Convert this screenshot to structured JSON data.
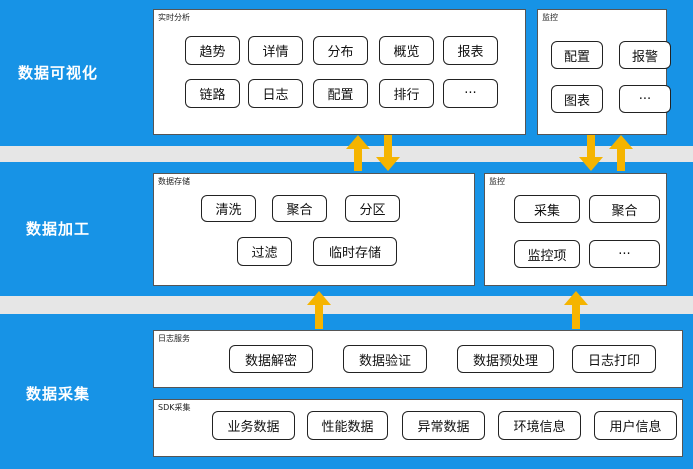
{
  "colors": {
    "band": "#1793e6",
    "gap": "#e6e6e6",
    "arrow": "#f5b400"
  },
  "layers": {
    "visualization": "数据可视化",
    "processing": "数据加工",
    "collection": "数据采集"
  },
  "panels": {
    "realtime_analysis": {
      "title": "实时分析",
      "chips": [
        "趋势",
        "详情",
        "分布",
        "概览",
        "报表",
        "链路",
        "日志",
        "配置",
        "排行",
        "···"
      ]
    },
    "monitor_top": {
      "title": "监控",
      "chips": [
        "配置",
        "报警",
        "图表",
        "···"
      ]
    },
    "data_storage": {
      "title": "数据存储",
      "chips": [
        "清洗",
        "聚合",
        "分区",
        "过滤",
        "临时存储"
      ]
    },
    "monitor_mid": {
      "title": "监控",
      "chips": [
        "采集",
        "聚合",
        "监控项",
        "···"
      ]
    },
    "log_service": {
      "title": "日志服务",
      "chips": [
        "数据解密",
        "数据验证",
        "数据预处理",
        "日志打印"
      ]
    },
    "sdk_collection": {
      "title": "SDK采集",
      "chips": [
        "业务数据",
        "性能数据",
        "异常数据",
        "环境信息",
        "用户信息"
      ]
    }
  }
}
